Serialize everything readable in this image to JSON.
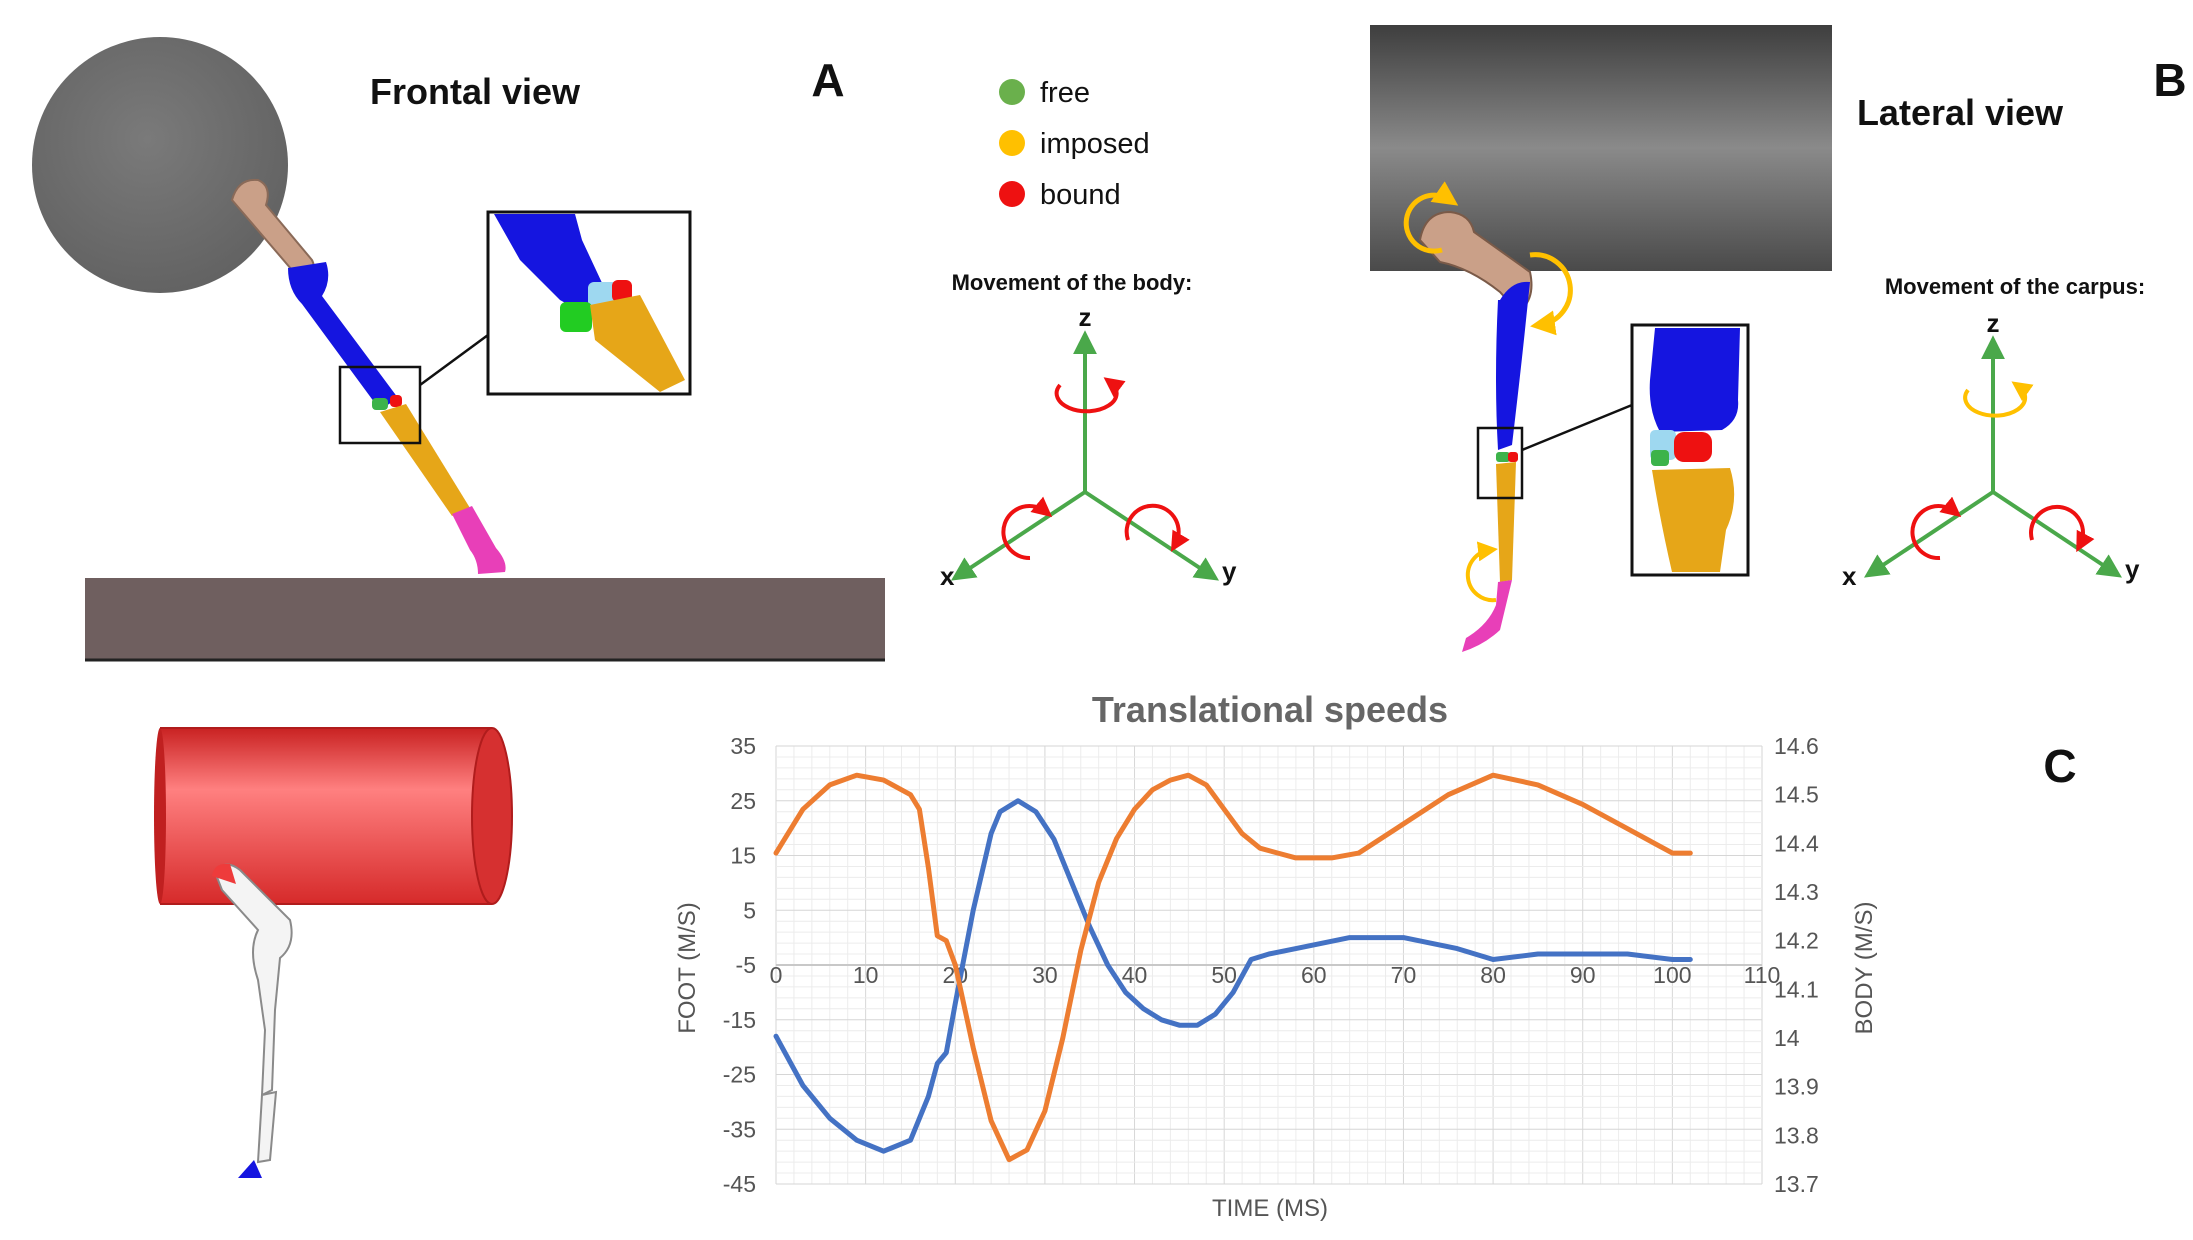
{
  "panel_a": {
    "title": "Frontal view",
    "letter": "A",
    "legend": [
      {
        "label": "free",
        "color": "#6ab04c"
      },
      {
        "label": "imposed",
        "color": "#ffc000"
      },
      {
        "label": "bound",
        "color": "#ee1111"
      }
    ],
    "movement_title": "Movement of the body:",
    "axes": {
      "z": "z",
      "x": "x",
      "y": "y"
    }
  },
  "panel_b": {
    "title": "Lateral view",
    "letter": "B",
    "movement_title": "Movement of the carpus:",
    "axes": {
      "z": "z",
      "x": "x",
      "y": "y"
    }
  },
  "panel_c": {
    "letter": "C"
  },
  "colors": {
    "foot_series": "#4472c4",
    "body_series": "#ed7d31",
    "bone_blue": "#1515e0",
    "bone_yellow": "#e6a618",
    "bone_pink": "#e83fb8",
    "bone_beige": "#caa088",
    "ground": "#6f5f5f",
    "body_sphere": "#6b6b6b",
    "cylinder": "#ee3b3b",
    "axis_green": "#4aa84a",
    "rot_red": "#ee1111",
    "rot_yellow": "#ffc000"
  },
  "chart_data": {
    "type": "line",
    "title": "Translational speeds",
    "xlabel": "TIME (MS)",
    "ylabel": "FOOT  (M/S)",
    "y2label": "BODY (M/S)",
    "xlim": [
      0,
      110
    ],
    "x_ticks": [
      0,
      10,
      20,
      30,
      40,
      50,
      60,
      70,
      80,
      90,
      100,
      110
    ],
    "ylim": [
      -45,
      35
    ],
    "y_ticks": [
      35,
      25,
      15,
      5,
      -5,
      -15,
      -25,
      -35,
      -45
    ],
    "y2lim": [
      13.7,
      14.6
    ],
    "y2_ticks": [
      "14.6",
      "14.5",
      "14.4",
      "14.3",
      "14.2",
      "14.1",
      "14",
      "13.9",
      "13.8",
      "13.7"
    ],
    "series": [
      {
        "axis": "left",
        "color": "#4472c4",
        "x": [
          0,
          3,
          6,
          9,
          12,
          15,
          17,
          18,
          19,
          20,
          22,
          24,
          25,
          27,
          29,
          31,
          33,
          35,
          37,
          39,
          41,
          43,
          45,
          47,
          49,
          51,
          53,
          55,
          58,
          61,
          64,
          67,
          70,
          73,
          76,
          80,
          85,
          90,
          95,
          100,
          102
        ],
        "y": [
          -18,
          -27,
          -33,
          -37,
          -39,
          -37,
          -29,
          -23,
          -21,
          -12,
          5,
          19,
          23,
          25,
          23,
          18,
          10,
          2,
          -5,
          -10,
          -13,
          -15,
          -16,
          -16,
          -14,
          -10,
          -4,
          -3,
          -2,
          -1,
          0,
          0,
          0,
          -1,
          -2,
          -4,
          -3,
          -3,
          -3,
          -4,
          -4
        ]
      },
      {
        "axis": "right",
        "color": "#ed7d31",
        "x": [
          0,
          3,
          6,
          9,
          12,
          15,
          16,
          17,
          18,
          19,
          20,
          22,
          24,
          26,
          28,
          30,
          32,
          34,
          36,
          38,
          40,
          42,
          44,
          46,
          48,
          50,
          52,
          54,
          56,
          58,
          60,
          62,
          65,
          70,
          75,
          80,
          85,
          90,
          95,
          100,
          102
        ],
        "y": [
          14.38,
          14.47,
          14.52,
          14.54,
          14.53,
          14.5,
          14.47,
          14.35,
          14.21,
          14.2,
          14.15,
          13.98,
          13.83,
          13.75,
          13.77,
          13.85,
          14.0,
          14.18,
          14.32,
          14.41,
          14.47,
          14.51,
          14.53,
          14.54,
          14.52,
          14.47,
          14.42,
          14.39,
          14.38,
          14.37,
          14.37,
          14.37,
          14.38,
          14.44,
          14.5,
          14.54,
          14.52,
          14.48,
          14.43,
          14.38,
          14.38
        ]
      }
    ]
  }
}
